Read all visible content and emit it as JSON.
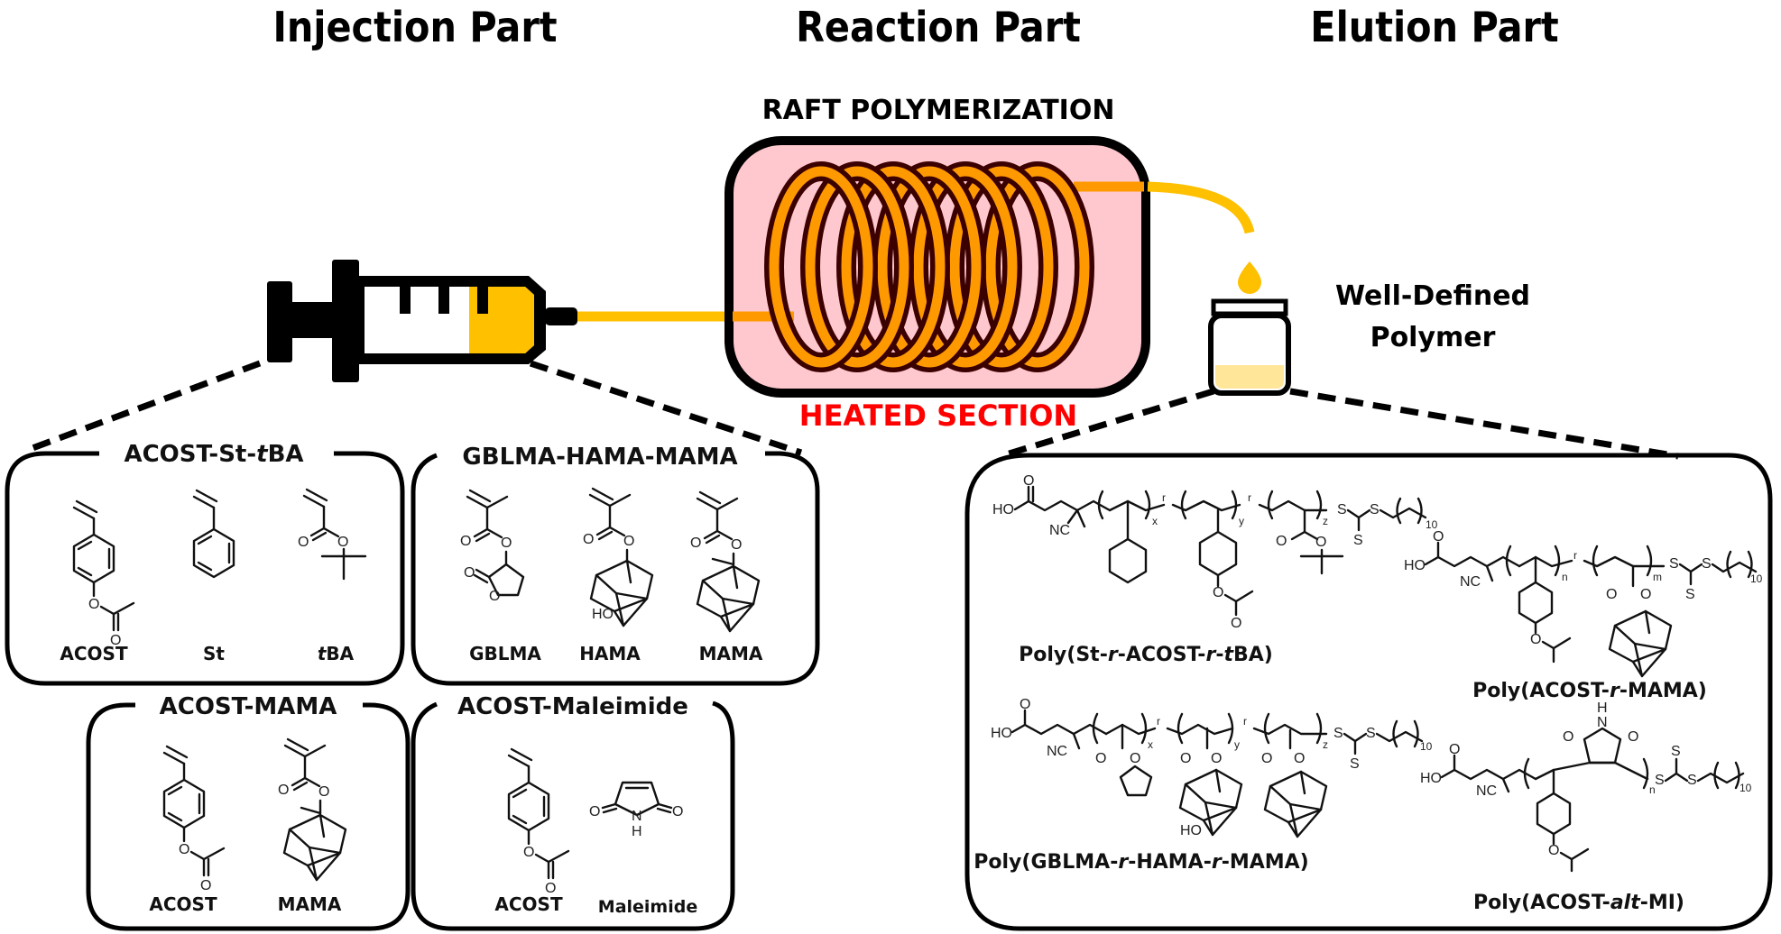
{
  "sections": {
    "injection": "Injection Part",
    "reaction": "Reaction Part",
    "elution": "Elution Part"
  },
  "reactor": {
    "title": "RAFT POLYMERIZATION",
    "subtitle": "HEATED SECTION",
    "coil_turns": 7
  },
  "product": {
    "label_line1": "Well-Defined",
    "label_line2": "Polymer"
  },
  "colors": {
    "fluid_yellow": "#FFC000",
    "coil_orange": "#FF9900",
    "coil_outline": "#3B0000",
    "reactor_fill": "#FFC7CE",
    "heated_red": "#FF0000",
    "product_fill": "#FFE699"
  },
  "monomer_sets": [
    {
      "title_parts": [
        "ACOST-St-",
        "t",
        "BA"
      ],
      "monomers": [
        {
          "label": "ACOST",
          "italic_prefix": ""
        },
        {
          "label": "St",
          "italic_prefix": ""
        },
        {
          "label": "BA",
          "italic_prefix": "t"
        }
      ]
    },
    {
      "title_parts": [
        "GBLMA-HAMA-MAMA",
        "",
        ""
      ],
      "monomers": [
        {
          "label": "GBLMA",
          "italic_prefix": "",
          "atoms": [
            "O",
            "O",
            "O",
            "O"
          ]
        },
        {
          "label": "HAMA",
          "italic_prefix": "",
          "atoms": [
            "O",
            "O",
            "HO"
          ]
        },
        {
          "label": "MAMA",
          "italic_prefix": "",
          "atoms": [
            "O",
            "O"
          ]
        }
      ]
    },
    {
      "title_parts": [
        "ACOST-MAMA",
        "",
        ""
      ],
      "monomers": [
        {
          "label": "ACOST",
          "italic_prefix": ""
        },
        {
          "label": "MAMA",
          "italic_prefix": ""
        }
      ]
    },
    {
      "title_parts": [
        "ACOST-Maleimide",
        "",
        ""
      ],
      "monomers": [
        {
          "label": "ACOST",
          "italic_prefix": ""
        },
        {
          "label": "Maleimide",
          "italic_prefix": "",
          "atoms": [
            "O",
            "N",
            "H",
            "O"
          ]
        }
      ]
    }
  ],
  "polymers": [
    {
      "name_parts": [
        "Poly(St-",
        "r",
        "-ACOST-",
        "r",
        "-",
        "t",
        "BA)"
      ],
      "subscripts": [
        "x",
        "y",
        "z",
        "10"
      ],
      "linkers": [
        "r",
        "r"
      ],
      "atoms": [
        "HO",
        "O",
        "NC",
        "S",
        "S",
        "S",
        "O",
        "O"
      ]
    },
    {
      "name_parts": [
        "Poly(ACOST-",
        "r",
        "-MAMA)"
      ],
      "subscripts": [
        "n",
        "m",
        "10"
      ],
      "linkers": [
        "r"
      ],
      "atoms": [
        "HO",
        "O",
        "NC",
        "S",
        "S",
        "S",
        "O",
        "O"
      ]
    },
    {
      "name_parts": [
        "Poly(GBLMA-",
        "r",
        "-HAMA-",
        "r",
        "-MAMA)"
      ],
      "subscripts": [
        "x",
        "y",
        "z",
        "10"
      ],
      "linkers": [
        "r",
        "r"
      ],
      "atoms": [
        "HO",
        "O",
        "NC",
        "S",
        "S",
        "S",
        "HO"
      ]
    },
    {
      "name_parts": [
        "Poly(ACOST-",
        "alt",
        "-MI)"
      ],
      "subscripts": [
        "n",
        "10"
      ],
      "atoms": [
        "HO",
        "O",
        "NC",
        "S",
        "S",
        "S",
        "H",
        "N",
        "O",
        "O"
      ]
    }
  ],
  "atom_labels": {
    "O": "O",
    "HO": "HO",
    "NC": "NC",
    "S": "S",
    "N": "N",
    "H": "H"
  }
}
